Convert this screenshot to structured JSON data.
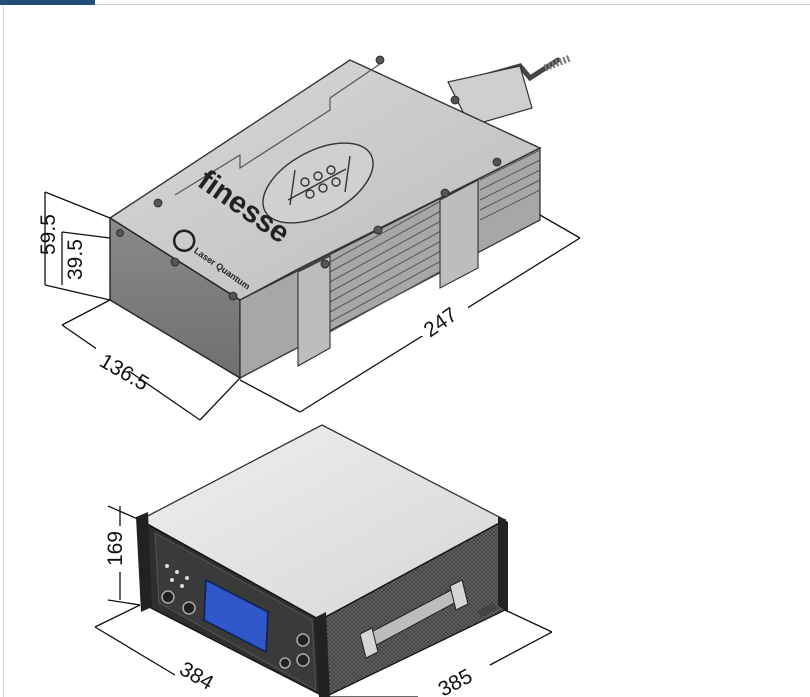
{
  "header": {
    "accent_color": "#1f4e79"
  },
  "laser_module": {
    "brand_logo": "finesse",
    "maker_logo": "Laser Quantum",
    "dimensions": {
      "height_total": "59.5",
      "height_body": "39.5",
      "width": "136.5",
      "length": "247"
    }
  },
  "power_supply": {
    "screen_color": "#2f57c9",
    "dimensions": {
      "height": "169",
      "width": "384",
      "depth": "385"
    }
  }
}
